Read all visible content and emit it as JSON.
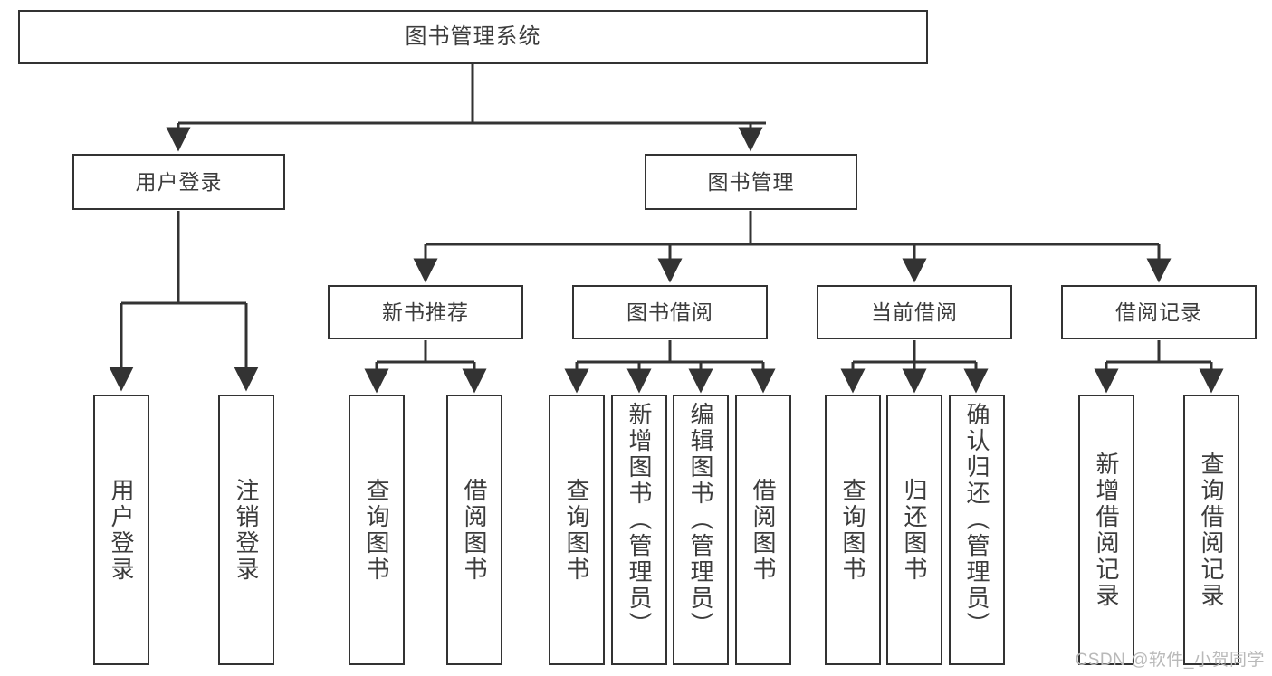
{
  "diagram": {
    "title": "图书管理系统",
    "type": "tree-hierarchy-diagram",
    "watermark": "CSDN @软件_小贺同学",
    "colors": {
      "box_border": "#333333",
      "box_fill": "#ffffff",
      "text": "#3c3c3c",
      "edge": "#333333",
      "watermark": "#b9b9b9",
      "background": "#ffffff"
    },
    "levels": {
      "level1": [
        {
          "id": "root",
          "label": "图书管理系统"
        }
      ],
      "level2": [
        {
          "id": "user-login",
          "label": "用户登录"
        },
        {
          "id": "book-manage",
          "label": "图书管理"
        }
      ],
      "level3": [
        {
          "id": "new-book-rec",
          "label": "新书推荐"
        },
        {
          "id": "book-borrow",
          "label": "图书借阅"
        },
        {
          "id": "current-borrow",
          "label": "当前借阅"
        },
        {
          "id": "borrow-record",
          "label": "借阅记录"
        }
      ],
      "level4": [
        {
          "id": "leaf-user-login",
          "label": "用户登录",
          "parent": "user-login"
        },
        {
          "id": "leaf-logout-login",
          "label": "注销登录",
          "parent": "user-login"
        },
        {
          "id": "leaf-query-book-1",
          "label": "查询图书",
          "parent": "new-book-rec"
        },
        {
          "id": "leaf-borrow-book-1",
          "label": "借阅图书",
          "parent": "new-book-rec"
        },
        {
          "id": "leaf-query-book-2",
          "label": "查询图书",
          "parent": "book-borrow"
        },
        {
          "id": "leaf-add-book",
          "label": "新增图书（管理员）",
          "parent": "book-borrow"
        },
        {
          "id": "leaf-edit-book",
          "label": "编辑图书（管理员）",
          "parent": "book-borrow"
        },
        {
          "id": "leaf-borrow-book-2",
          "label": "借阅图书",
          "parent": "book-borrow"
        },
        {
          "id": "leaf-query-book-3",
          "label": "查询图书",
          "parent": "current-borrow"
        },
        {
          "id": "leaf-return-book",
          "label": "归还图书",
          "parent": "current-borrow"
        },
        {
          "id": "leaf-confirm-return",
          "label": "确认归还（管理员）",
          "parent": "current-borrow"
        },
        {
          "id": "leaf-add-record",
          "label": "新增借阅记录",
          "parent": "borrow-record"
        },
        {
          "id": "leaf-query-record",
          "label": "查询借阅记录",
          "parent": "borrow-record"
        }
      ]
    }
  }
}
